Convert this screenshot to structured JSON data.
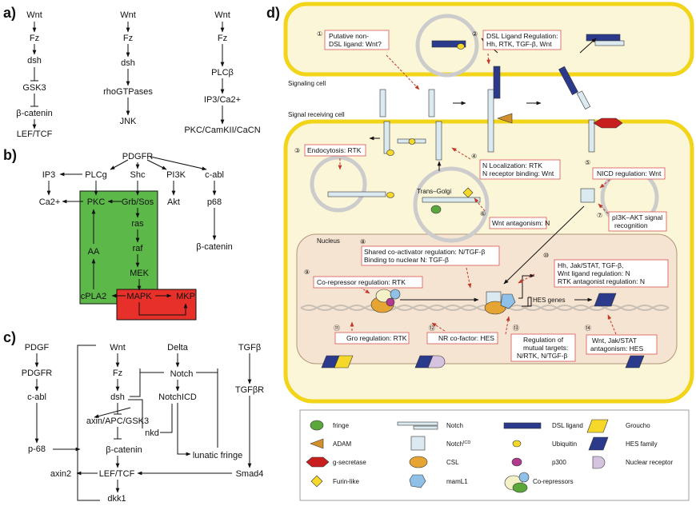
{
  "panels": {
    "a": {
      "label": "a)",
      "col1": [
        "Wnt",
        "Fz",
        "dsh",
        "GSK3",
        "β-catenin",
        "LEF/TCF"
      ],
      "col2": [
        "Wnt",
        "Fz",
        "dsh",
        "rhoGTPases",
        "JNK"
      ],
      "col3": [
        "Wnt",
        "Fz",
        "PLCβ",
        "IP3/Ca2+",
        "PKC/CamKII/CaCN"
      ]
    },
    "b": {
      "label": "b)",
      "nodes": {
        "pdgfr": "PDGFR",
        "ip3": "IP3",
        "plcg": "PLCg",
        "shc": "Shc",
        "pi3k": "PI3K",
        "cabl": "c-abl",
        "ca": "Ca2+",
        "pkc": "PKC",
        "grb": "Grb/Sos",
        "akt": "Akt",
        "p68": "p68",
        "ras": "ras",
        "raf": "raf",
        "aa": "AA",
        "mek": "MEK",
        "cpla2": "cPLA2",
        "mapk": "MAPK",
        "mkp": "MKP",
        "bcat": "β-catenin"
      },
      "colors": {
        "green": "#5cb848",
        "red": "#e8302a"
      }
    },
    "c": {
      "label": "c)",
      "nodes": {
        "pdgf": "PDGF",
        "pdgfr": "PDGFR",
        "cabl": "c-abl",
        "p68": "p-68",
        "axin2": "axin2",
        "wnt": "Wnt",
        "fz": "Fz",
        "dsh": "dsh",
        "axin": "axin/APC/GSK3",
        "nkd": "nkd",
        "bcat": "β-catenin",
        "lef": "LEF/TCF",
        "dkk1": "dkk1",
        "delta": "Delta",
        "notch": "Notch",
        "nicd": "NotchICD",
        "lunatic": "lunatic fringe",
        "tgfb": "TGFβ",
        "tgfbr": "TGFβR",
        "smad4": "Smad4"
      }
    },
    "d": {
      "label": "d)",
      "signaling_cell": "Signaling cell",
      "receiving_cell": "Signal receiving cell",
      "nucleus": "Nucleus",
      "trans_golgi": "Trans–Golgi",
      "hes_genes": "HES genes",
      "annotations": [
        {
          "num": "①",
          "lines": [
            "Putative non-",
            "DSL ligand: Wnt?"
          ]
        },
        {
          "num": "②",
          "lines": [
            "DSL Ligand Regulation:",
            "Hh, RTK, TGF-β, Wnt"
          ]
        },
        {
          "num": "③",
          "lines": [
            "Endocytosis: RTK"
          ]
        },
        {
          "num": "④",
          "lines": [
            "N Localization: RTK",
            "N receptor binding: Wnt"
          ]
        },
        {
          "num": "⑤",
          "lines": [
            "NICD regulation: Wnt"
          ]
        },
        {
          "num": "⑥",
          "lines": [
            "Wnt antagonism: N"
          ]
        },
        {
          "num": "⑦",
          "lines": [
            "pI3K–AKT signal",
            "recognition"
          ]
        },
        {
          "num": "⑧",
          "lines": [
            "Shared co-activator regulation: N/TGF-β",
            "Binding to nuclear N: TGF-β"
          ]
        },
        {
          "num": "⑨",
          "lines": [
            "Co-repressor regulation: RTK"
          ]
        },
        {
          "num": "⑩",
          "lines": [
            "Hh, Jak/STAT, TGF-β,",
            "Wnt ligand regulation: N",
            "RTK antagonist regulation: N"
          ]
        },
        {
          "num": "⑪",
          "lines": [
            "Gro regulation: RTK"
          ]
        },
        {
          "num": "⑫",
          "lines": [
            "NR co-factor: HES"
          ]
        },
        {
          "num": "⑬",
          "lines": [
            "Regulation of",
            "mutual targets:",
            "N/RTK, N/TGF-β"
          ]
        },
        {
          "num": "⑭",
          "lines": [
            "Wnt, Jak/STAT",
            "antagonism: HES"
          ]
        }
      ],
      "legend": [
        {
          "icon": "fringe-icon",
          "label": "fringe"
        },
        {
          "icon": "notch-icon",
          "label": "Notch"
        },
        {
          "icon": "dsl-ligand-icon",
          "label": "DSL ligand"
        },
        {
          "icon": "groucho-icon",
          "label": "Groucho"
        },
        {
          "icon": "adam-icon",
          "label": "ADAM"
        },
        {
          "icon": "notch-icd-icon",
          "label": "Notch",
          "sup": "ICD"
        },
        {
          "icon": "ubiquitin-icon",
          "label": "Ubiquitin"
        },
        {
          "icon": "hes-family-icon",
          "label": "HES family"
        },
        {
          "icon": "g-secretase-icon",
          "label": "g-secretase"
        },
        {
          "icon": "csl-icon",
          "label": "CSL"
        },
        {
          "icon": "p300-icon",
          "label": "p300"
        },
        {
          "icon": "nuclear-receptor-icon",
          "label": "Nuclear receptor"
        },
        {
          "icon": "furin-like-icon",
          "label": "Furin-like"
        },
        {
          "icon": "maml1-icon",
          "label": "mamL1"
        },
        {
          "icon": "co-repressors-icon",
          "label": "Co-repressors"
        }
      ],
      "colors": {
        "cell_fill": "#fbf6d8",
        "cell_border": "#f2d418",
        "nucleus_fill": "#f6e4d2",
        "box_border": "#d9534f",
        "dark_blue": "#2c3a8c",
        "yellow": "#f6d82a",
        "green": "#5aa83a",
        "orange": "#e6a532",
        "red": "#c81e1e"
      }
    }
  }
}
